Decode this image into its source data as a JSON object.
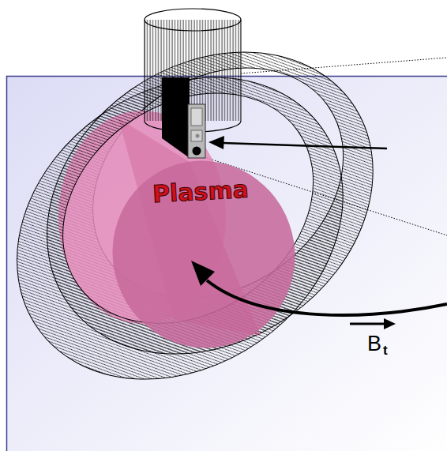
{
  "diagram": {
    "nodes": [
      {
        "text": [
          "Plasma"
        ]
      }
    ],
    "labels": [
      "B",
      "t"
    ]
  }
}
